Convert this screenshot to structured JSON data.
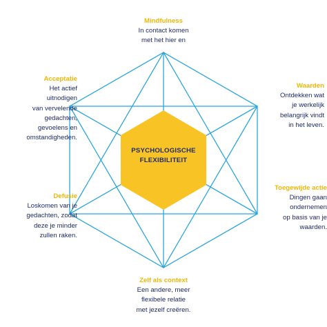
{
  "colors": {
    "accent_yellow": "#f2b705",
    "text_navy": "#1f2a6b",
    "line_blue": "#2aa6dc",
    "center_fill": "#f7c325"
  },
  "center": {
    "label": "PSYCHOLOGISCHE\nFLEXIBILITEIT"
  },
  "nodes": {
    "mindfulness": {
      "title": "Mindfulness",
      "description": "In contact komen\nmet het hier en"
    },
    "acceptatie": {
      "title": "Acceptatie",
      "description": "Het actief\nuitnodigen\nvan vervelende\ngedachten,\ngevoelens en\nomstandigheden."
    },
    "waarden": {
      "title": "Waarden",
      "description": "Ontdekken wat\nje werkelijk\nbelangrijk vindt\nin het leven."
    },
    "defusie": {
      "title": "Defusie",
      "description": "Loskomen van je\ngedachten, zodat\ndeze je minder\nzullen raken."
    },
    "toegewijde_actie": {
      "title": "Toegewijde actie",
      "description": "Dingen gaan\nondernemen\nop basis van je\nwaarden."
    },
    "zelf_als_context": {
      "title": "Zelf als context",
      "description": "Een andere, meer\nflexibele relatie\nmet jezelf creëren."
    }
  }
}
